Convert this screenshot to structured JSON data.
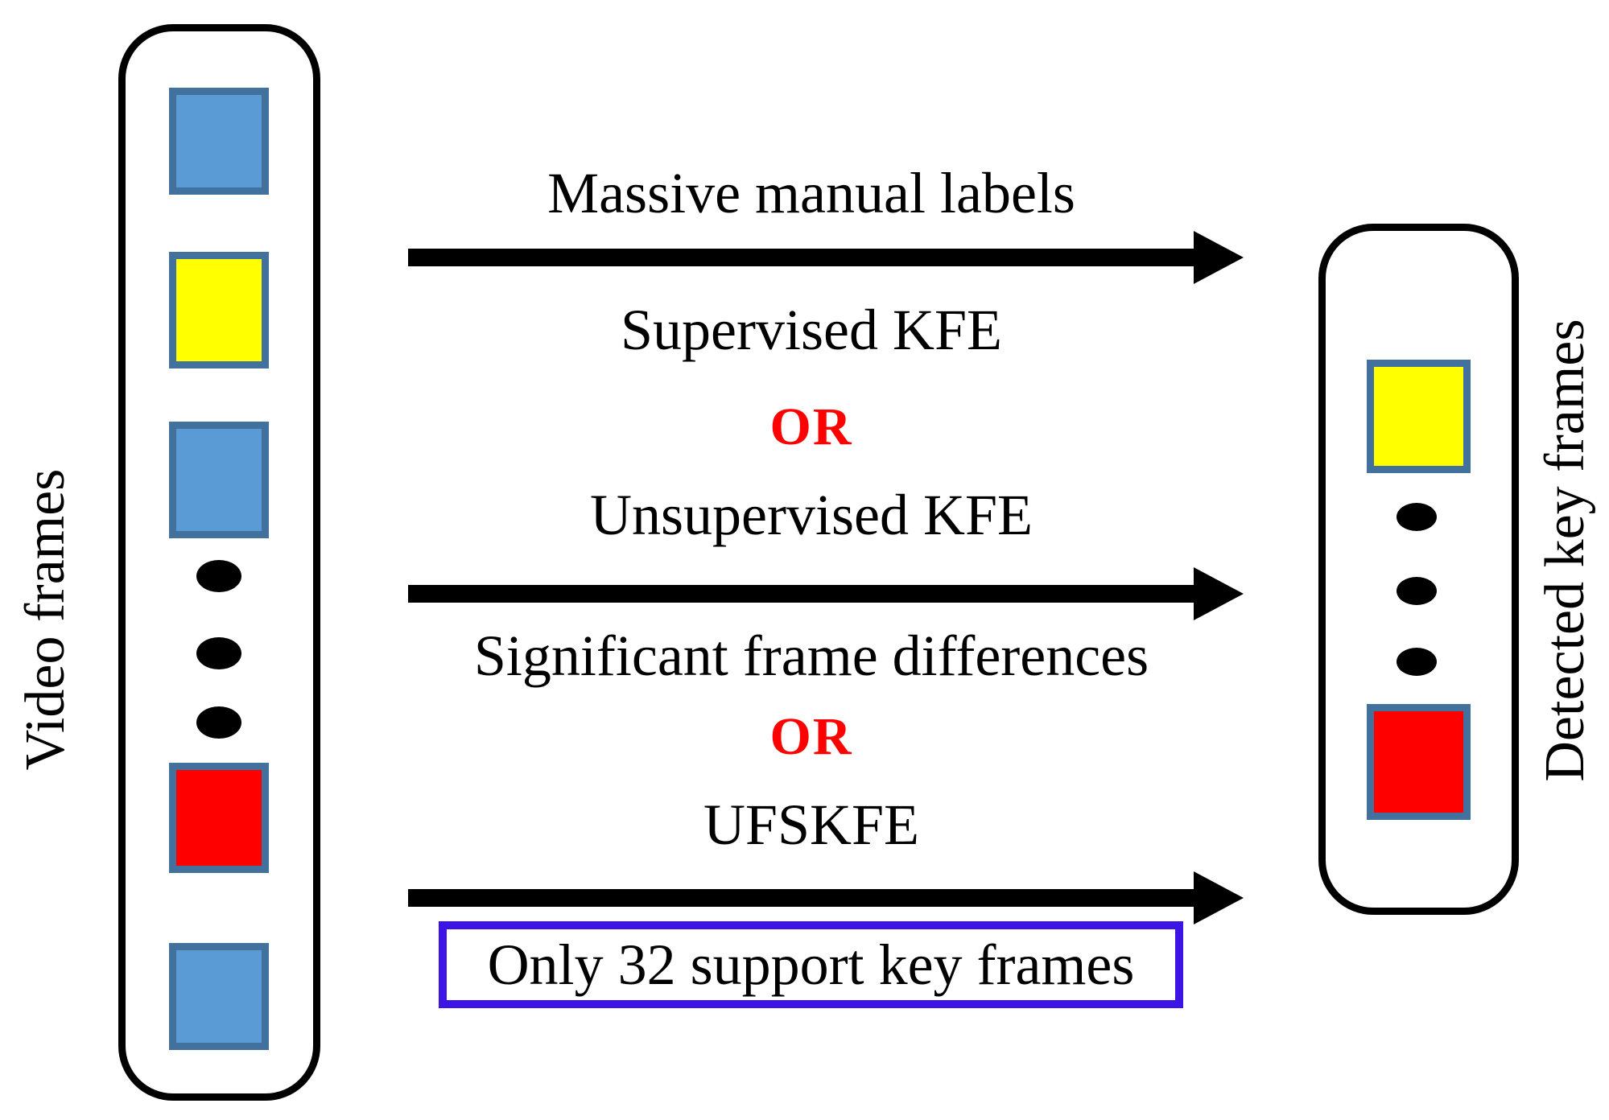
{
  "colors": {
    "text_black": "#000000",
    "container_border": "#000000",
    "arrow_black": "#000000",
    "frame_blue_fill": "#5B9BD5",
    "frame_yellow_fill": "#FFFF00",
    "frame_red_fill": "#FF0000",
    "frame_border": "#41719C",
    "or_red": "#FF0000",
    "box_border": "#3C14E6"
  },
  "left_panel": {
    "label": "Video frames",
    "frames": [
      "blue",
      "yellow",
      "blue",
      "dot",
      "dot",
      "dot",
      "red",
      "blue"
    ]
  },
  "right_panel": {
    "label": "Detected key frames",
    "frames": [
      "yellow",
      "dot",
      "dot",
      "dot",
      "red"
    ]
  },
  "paths": [
    {
      "above": "Massive manual labels",
      "below": "Supervised KFE"
    },
    {
      "above": "Unsupervised KFE",
      "below": "Significant frame differences"
    },
    {
      "above": "UFSKFE",
      "below": "Only 32 support key frames"
    }
  ],
  "or_separators": [
    "OR",
    "OR"
  ]
}
